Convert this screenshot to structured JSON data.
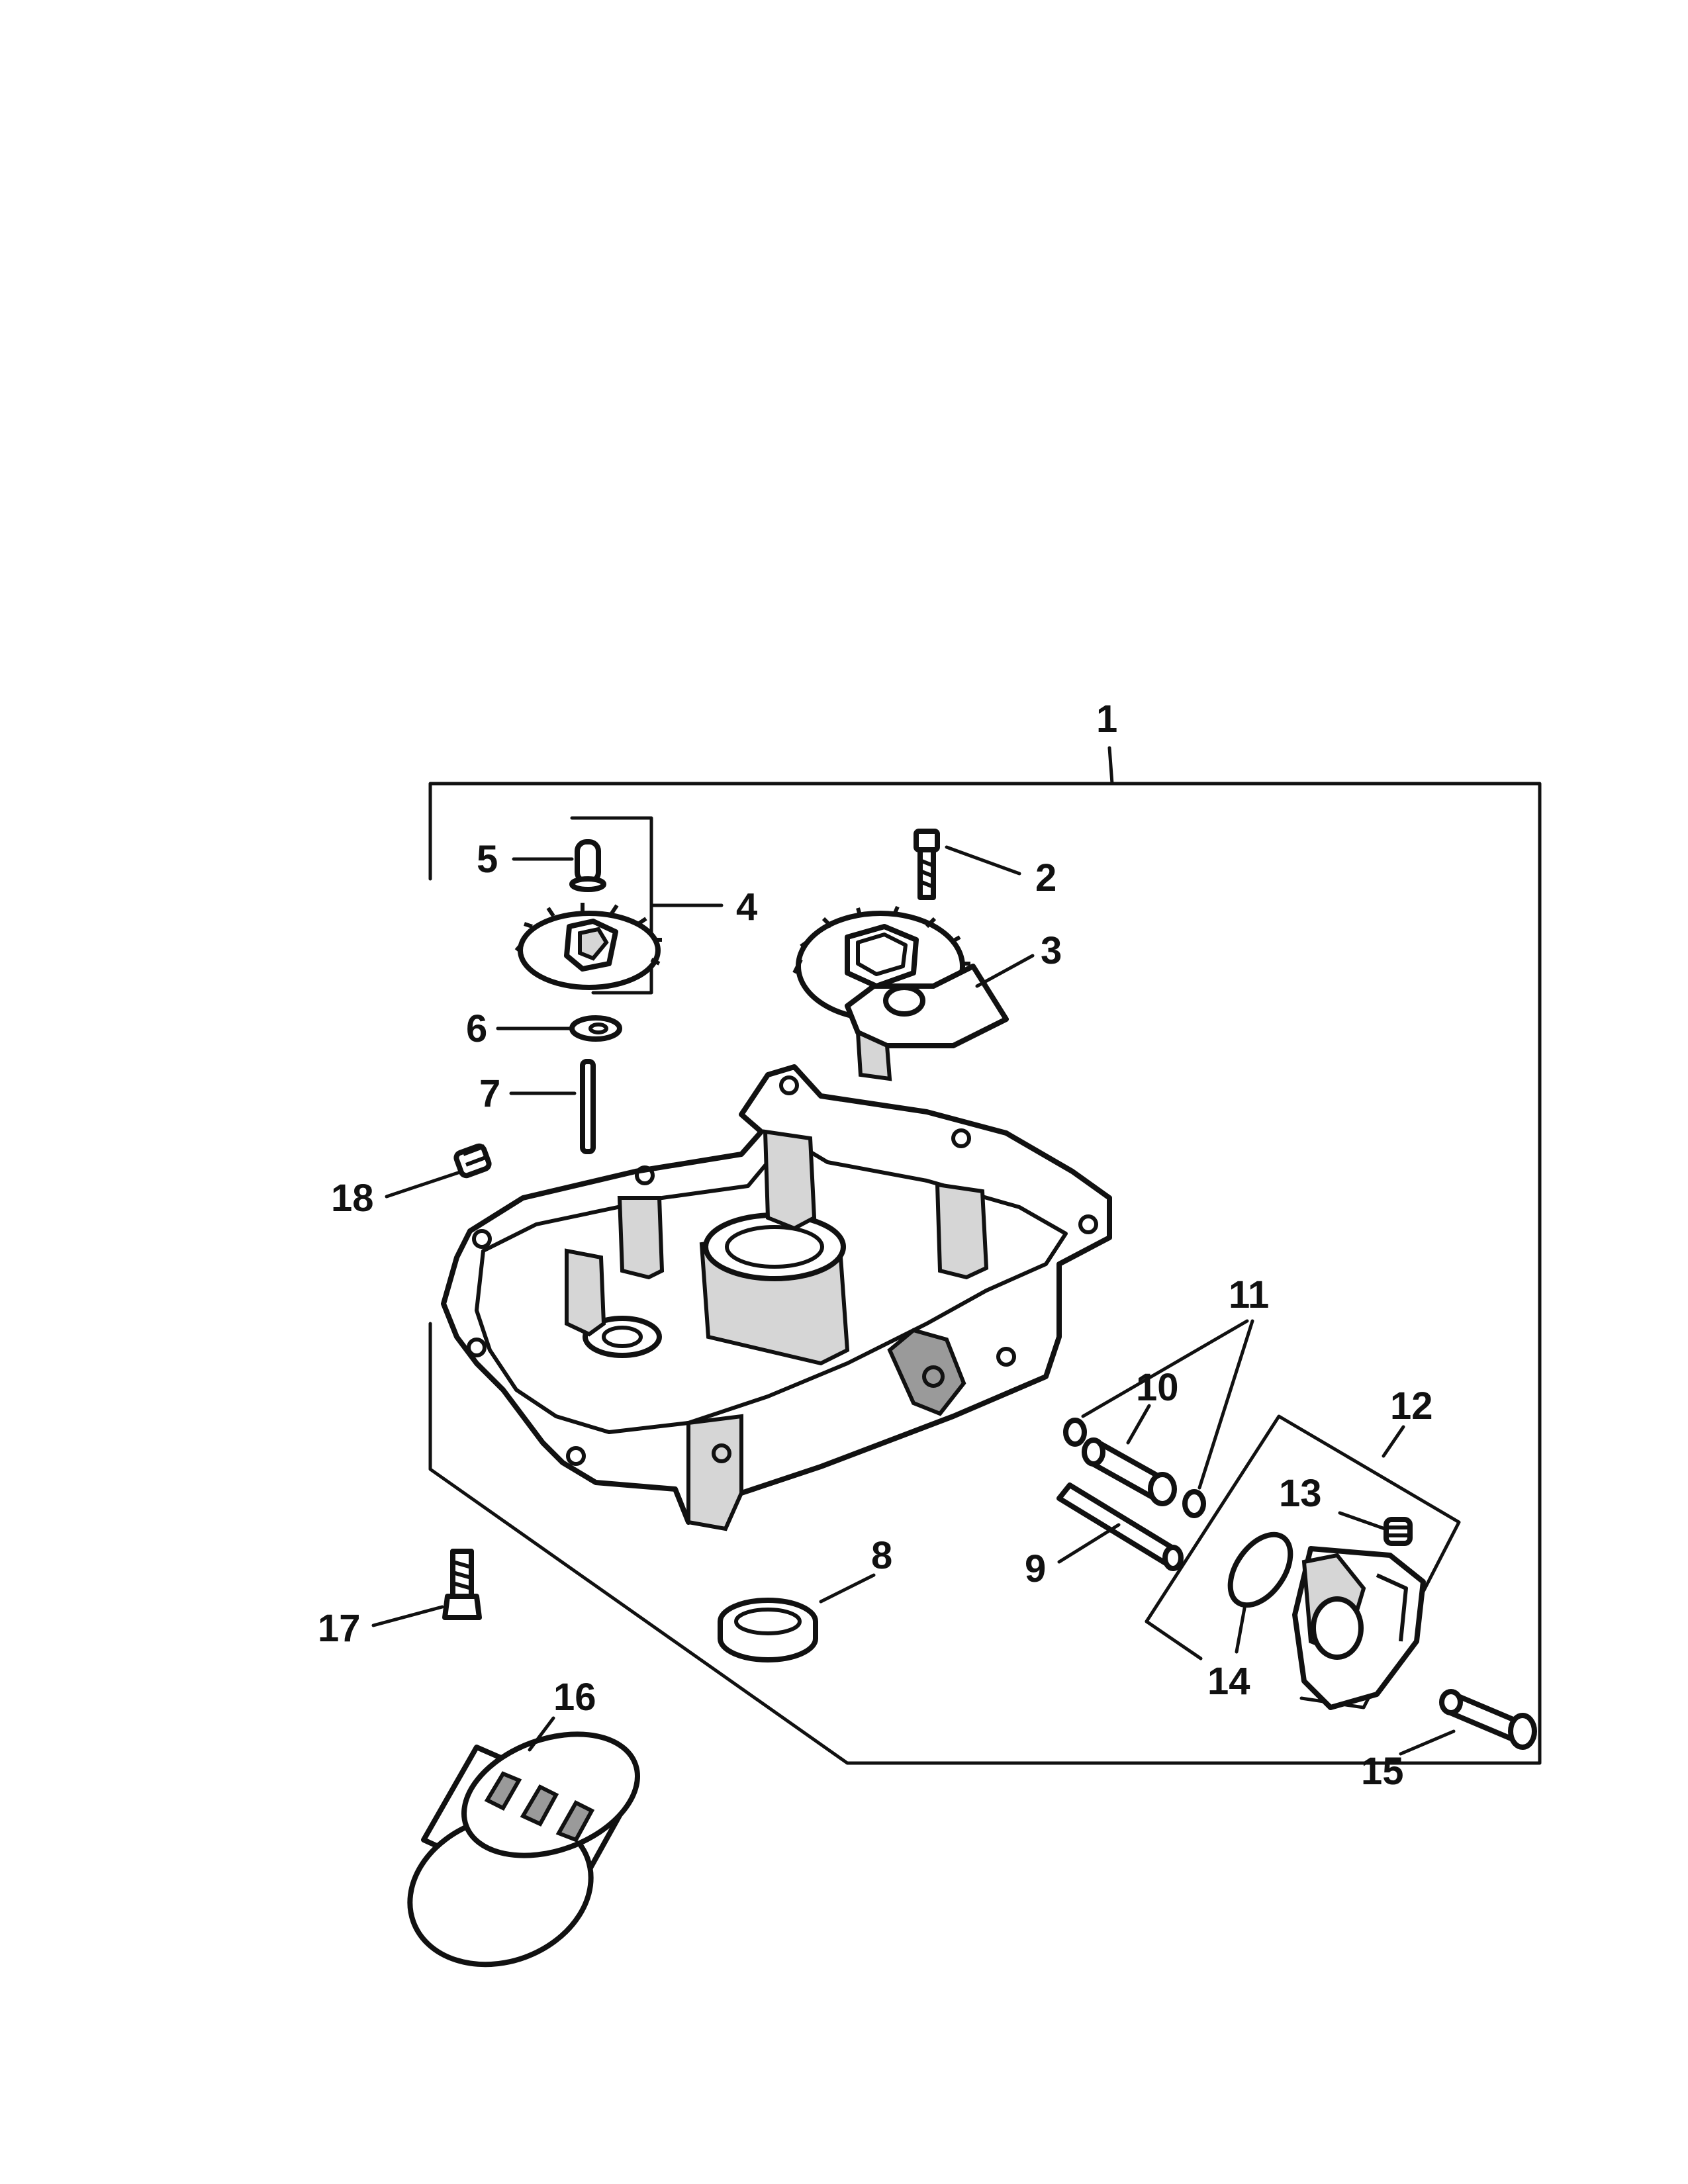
{
  "labels": {
    "l1": "1",
    "l2": "2",
    "l3": "3",
    "l4": "4",
    "l5": "5",
    "l6": "6",
    "l7": "7",
    "l8": "8",
    "l9": "9",
    "l10": "10",
    "l11": "11",
    "l12": "12",
    "l13": "13",
    "l14": "14",
    "l15": "15",
    "l16": "16",
    "l17": "17",
    "l18": "18"
  },
  "icons": {
    "oil_pan": "oil-pan-icon",
    "gear": "gear-icon",
    "oil_filter": "oil-filter-icon",
    "oil_pump": "oil-pump-icon"
  }
}
